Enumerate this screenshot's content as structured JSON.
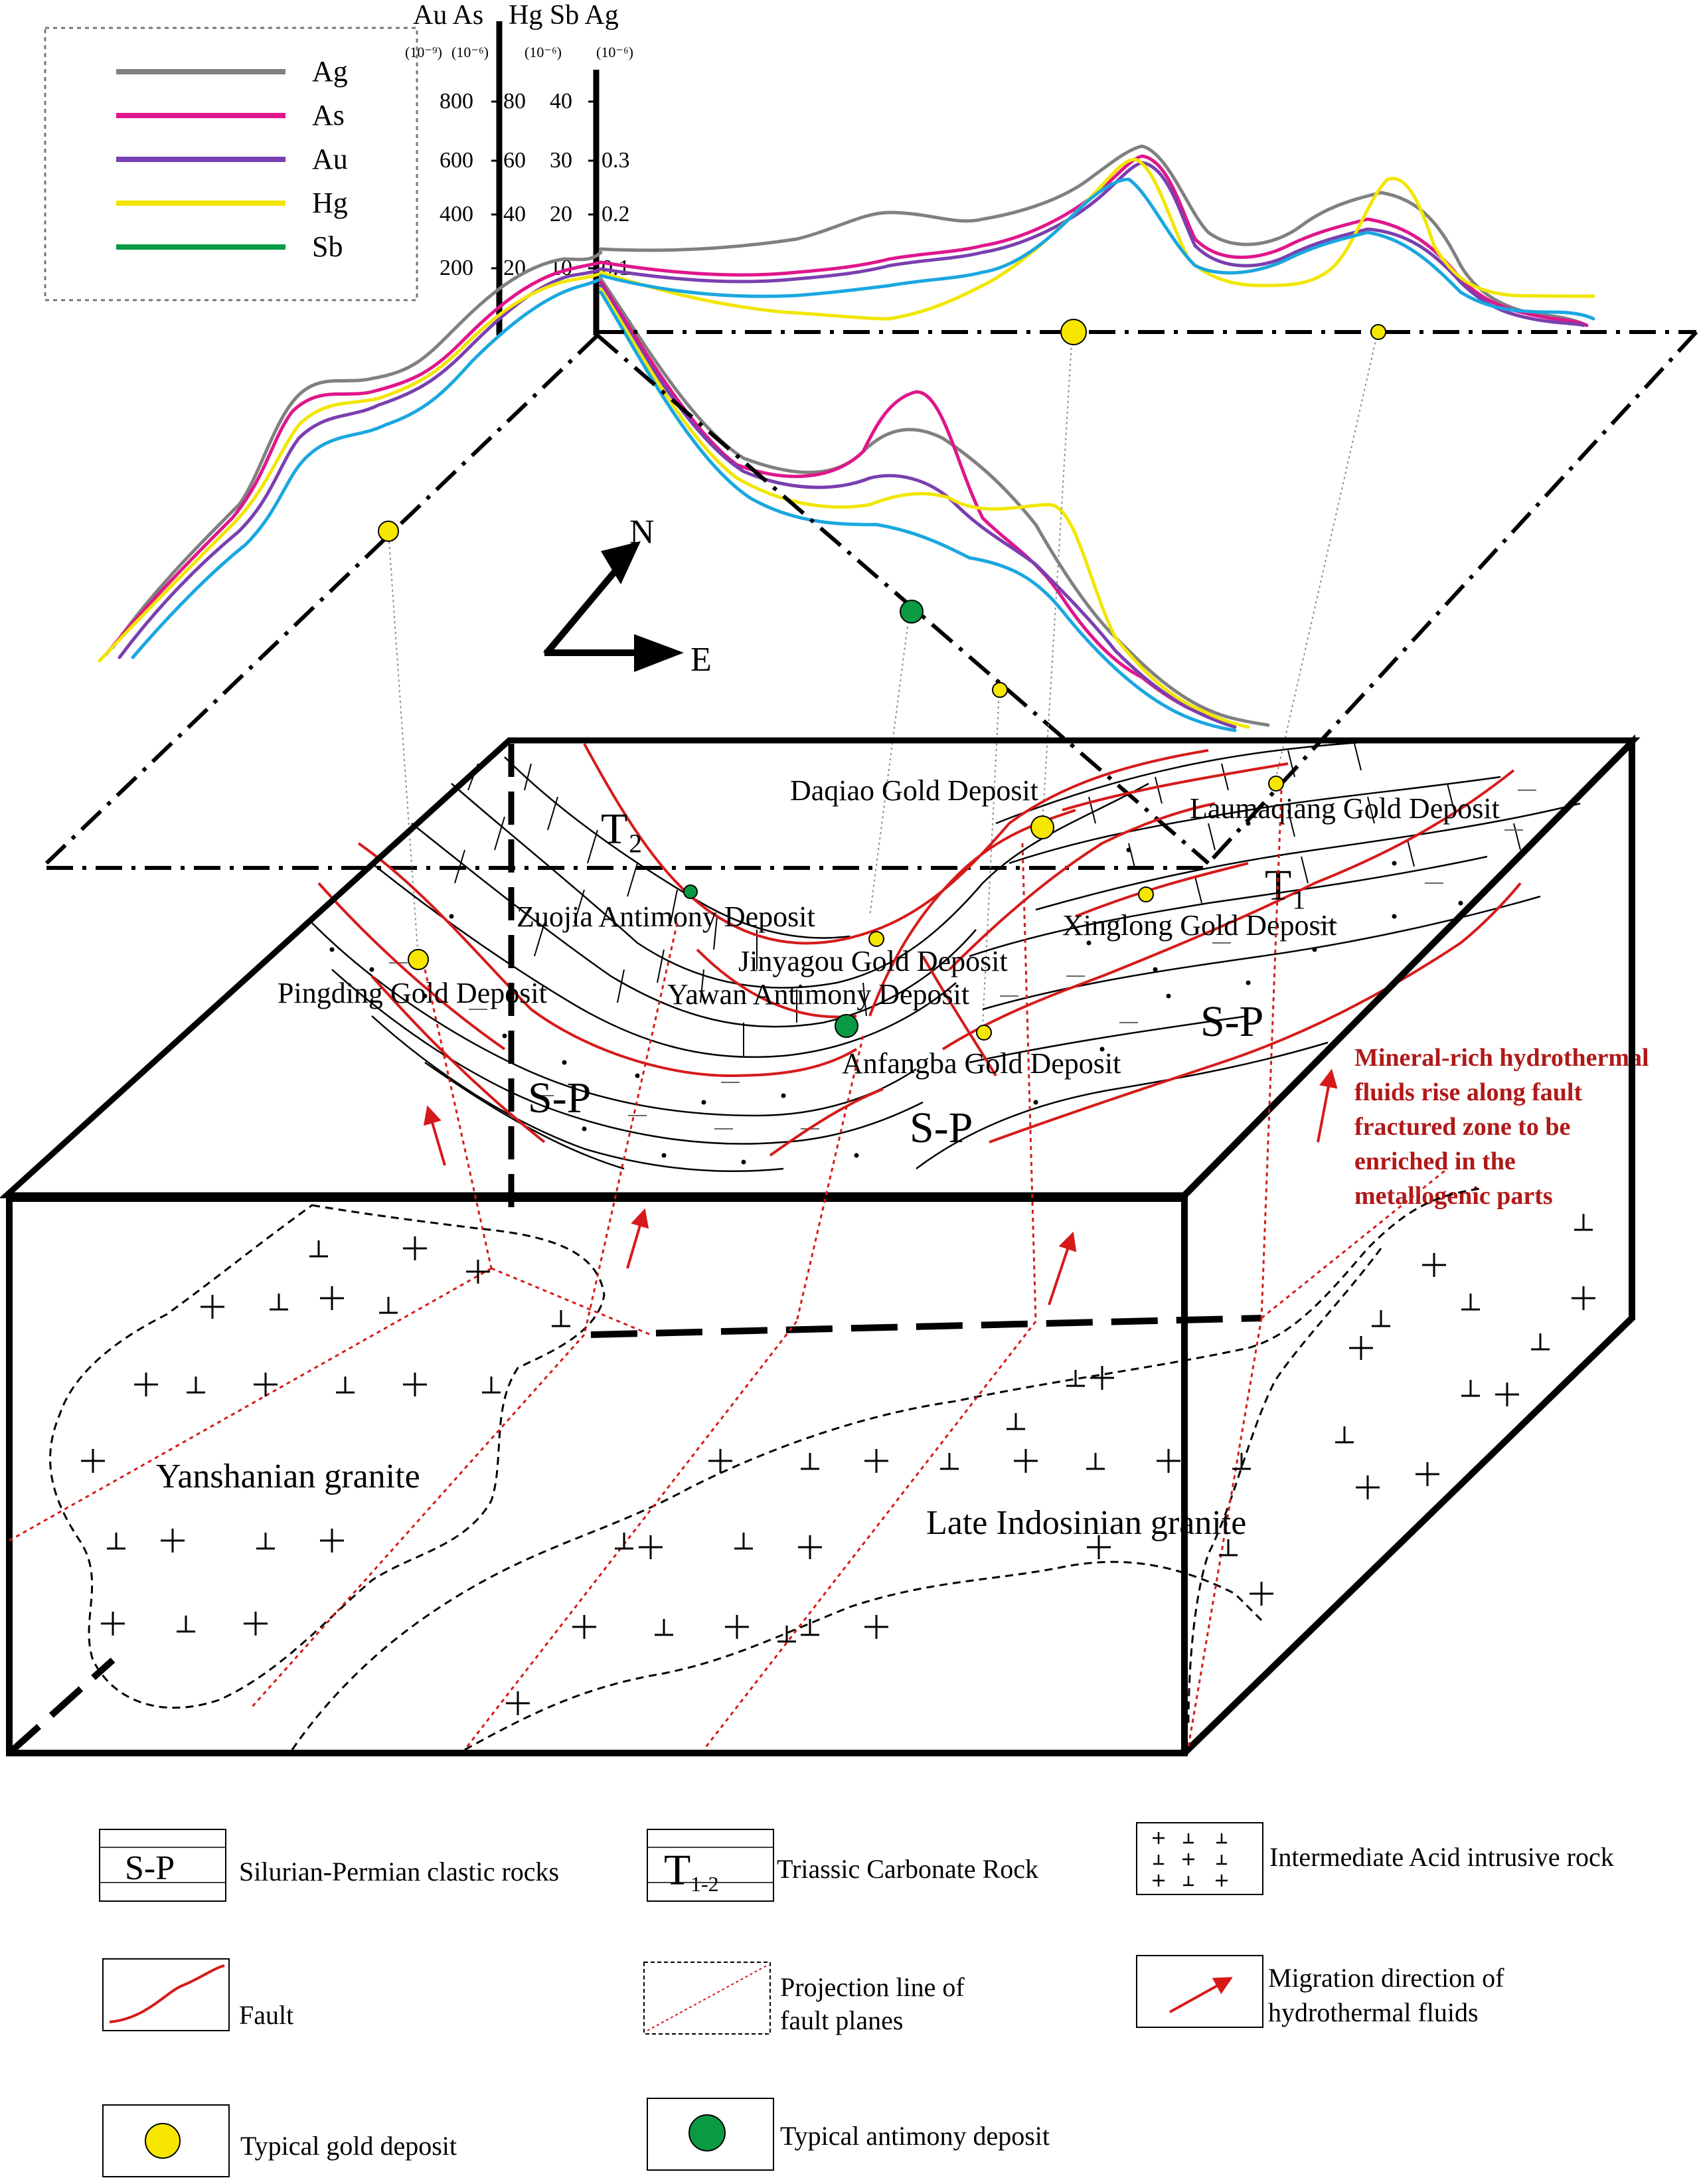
{
  "colors": {
    "ag": "#808080",
    "as": "#e0168c",
    "au": "#7a3fb0",
    "hg": "#f2e600",
    "sb": "#0a9a44",
    "cyan": "#1aa7e0",
    "fault": "#d61a1a",
    "gold": "#f7e600",
    "antimony": "#0a9a44"
  },
  "element_legend": {
    "items": [
      {
        "label": "Ag",
        "color": "#808080"
      },
      {
        "label": "As",
        "color": "#e0168c"
      },
      {
        "label": "Au",
        "color": "#7a3fb0"
      },
      {
        "label": "Hg",
        "color": "#f2e600"
      },
      {
        "label": "Sb",
        "color": "#0a9a44"
      }
    ]
  },
  "axis": {
    "header_left": "Au As",
    "header_right": "Hg Sb Ag",
    "unit_au": "(10⁻⁹)",
    "unit_as": "(10⁻⁶)",
    "unit_hg": "(10⁻⁶)",
    "unit_ag": "(10⁻⁶)",
    "au_ticks": [
      "800",
      "600",
      "400",
      "200"
    ],
    "as_ticks": [
      "80",
      "60",
      "40",
      "20"
    ],
    "hg_ticks": [
      "40",
      "30",
      "20",
      "10"
    ],
    "ag_ticks": [
      "0.3",
      "0.2",
      "0.1"
    ]
  },
  "compass": {
    "north": "N",
    "east": "E"
  },
  "units": {
    "t2": "T₂",
    "t1": "T₁",
    "sp_left": "S-P",
    "sp_center": "S-P",
    "sp_right": "S-P"
  },
  "deposits": {
    "daqiao": "Daqiao Gold Deposit",
    "laumaqiang": "Laumaqiang Gold Deposit",
    "zuojia": "Zuojia Antimony Deposit",
    "xinglong": "Xinglong Gold Deposit",
    "jinyagou": "Jinyagou Gold Deposit",
    "pingding": "Pingding Gold Deposit",
    "yawan": "Yawan Antimony Deposit",
    "anfangba": "Anfangba Gold Deposit"
  },
  "annotation": {
    "lines": [
      "Mineral-rich hydrothermal",
      "fluids rise along fault",
      "fractured zone to be",
      "enriched in the",
      "metallogenic parts"
    ]
  },
  "granites": {
    "yanshanian": "Yanshanian granite",
    "late_indosinian": "Late Indosinian granite"
  },
  "legend": {
    "sp_symbol": "S-P",
    "sp_label": "Silurian-Permian clastic rocks",
    "t_symbol": "T",
    "t_sub": "1-2",
    "t_label": "Triassic Carbonate Rock",
    "intrusive_label": "Intermediate Acid intrusive rock",
    "fault_label": "Fault",
    "projection_label_1": "Projection line of",
    "projection_label_2": "fault planes",
    "migration_label_1": "Migration direction of",
    "migration_label_2": "hydrothermal fluids",
    "gold_label": "Typical gold deposit",
    "antimony_label": "Typical antimony deposit"
  }
}
